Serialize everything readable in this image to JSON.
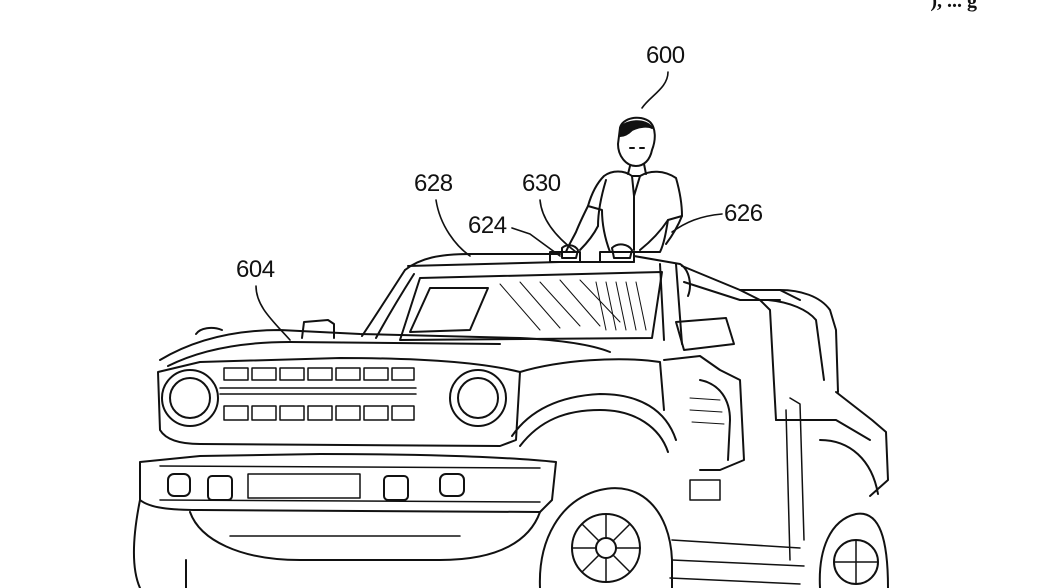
{
  "figure": {
    "header_fragment": "), ... g",
    "labels": {
      "l600": "600",
      "l604": "604",
      "l624": "624",
      "l626": "626",
      "l628": "628",
      "l630": "630"
    }
  }
}
